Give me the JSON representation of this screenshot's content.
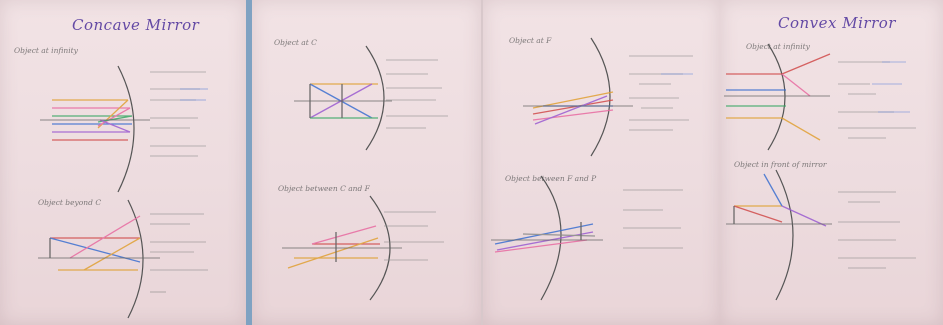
{
  "photo": {
    "pages": [
      {
        "id": "page-1",
        "title": "Concave Mirror",
        "captions": [
          "Object at infinity",
          "Object beyond C"
        ]
      },
      {
        "id": "page-2",
        "title": "",
        "captions": [
          "Object at C",
          "Object between C and F"
        ]
      },
      {
        "id": "page-3",
        "title": "",
        "captions": [
          "Object at F",
          "Object between F and P"
        ]
      },
      {
        "id": "page-4",
        "title": "Convex Mirror",
        "captions": [
          "Object at infinity",
          "Object in front of mirror"
        ]
      }
    ],
    "colors": {
      "background": "#3d6d96",
      "paper": "#efdfe2",
      "title_ink": "#4b2f9a"
    }
  }
}
